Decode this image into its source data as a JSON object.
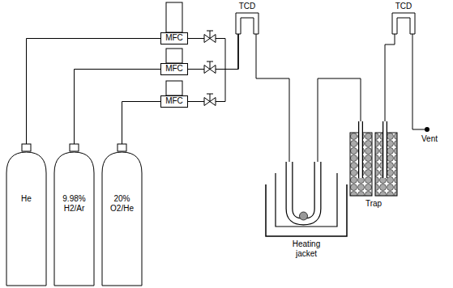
{
  "diagram": {
    "nodes": [
      {
        "text": [
          "He"
        ]
      },
      {
        "text": [
          "9.98% H2/Ar"
        ]
      },
      {
        "text": [
          "20% O2/He"
        ]
      },
      {
        "text": [
          "MFC"
        ]
      },
      {
        "text": [
          "MFC"
        ]
      },
      {
        "text": [
          "MFC"
        ]
      },
      {
        "text": [
          "TCD"
        ]
      },
      {
        "text": [
          "Heating jacket"
        ]
      },
      {
        "text": [
          "Trap"
        ]
      },
      {
        "text": [
          "TCD"
        ]
      }
    ],
    "edges": [
      {
        "from": 0,
        "to": 3,
        "arrow": "none"
      },
      {
        "from": 1,
        "to": 4,
        "arrow": "none"
      },
      {
        "from": 2,
        "to": 5,
        "arrow": "none"
      },
      {
        "from": 3,
        "to": 6,
        "arrow": "none"
      },
      {
        "from": 4,
        "to": 6,
        "arrow": "none"
      },
      {
        "from": 5,
        "to": 6,
        "arrow": "none"
      },
      {
        "from": 6,
        "to": 7,
        "arrow": "none"
      },
      {
        "from": 7,
        "to": 8,
        "arrow": "none"
      },
      {
        "from": 8,
        "to": 9,
        "arrow": "none"
      }
    ],
    "labels": [
      "Vent"
    ]
  }
}
